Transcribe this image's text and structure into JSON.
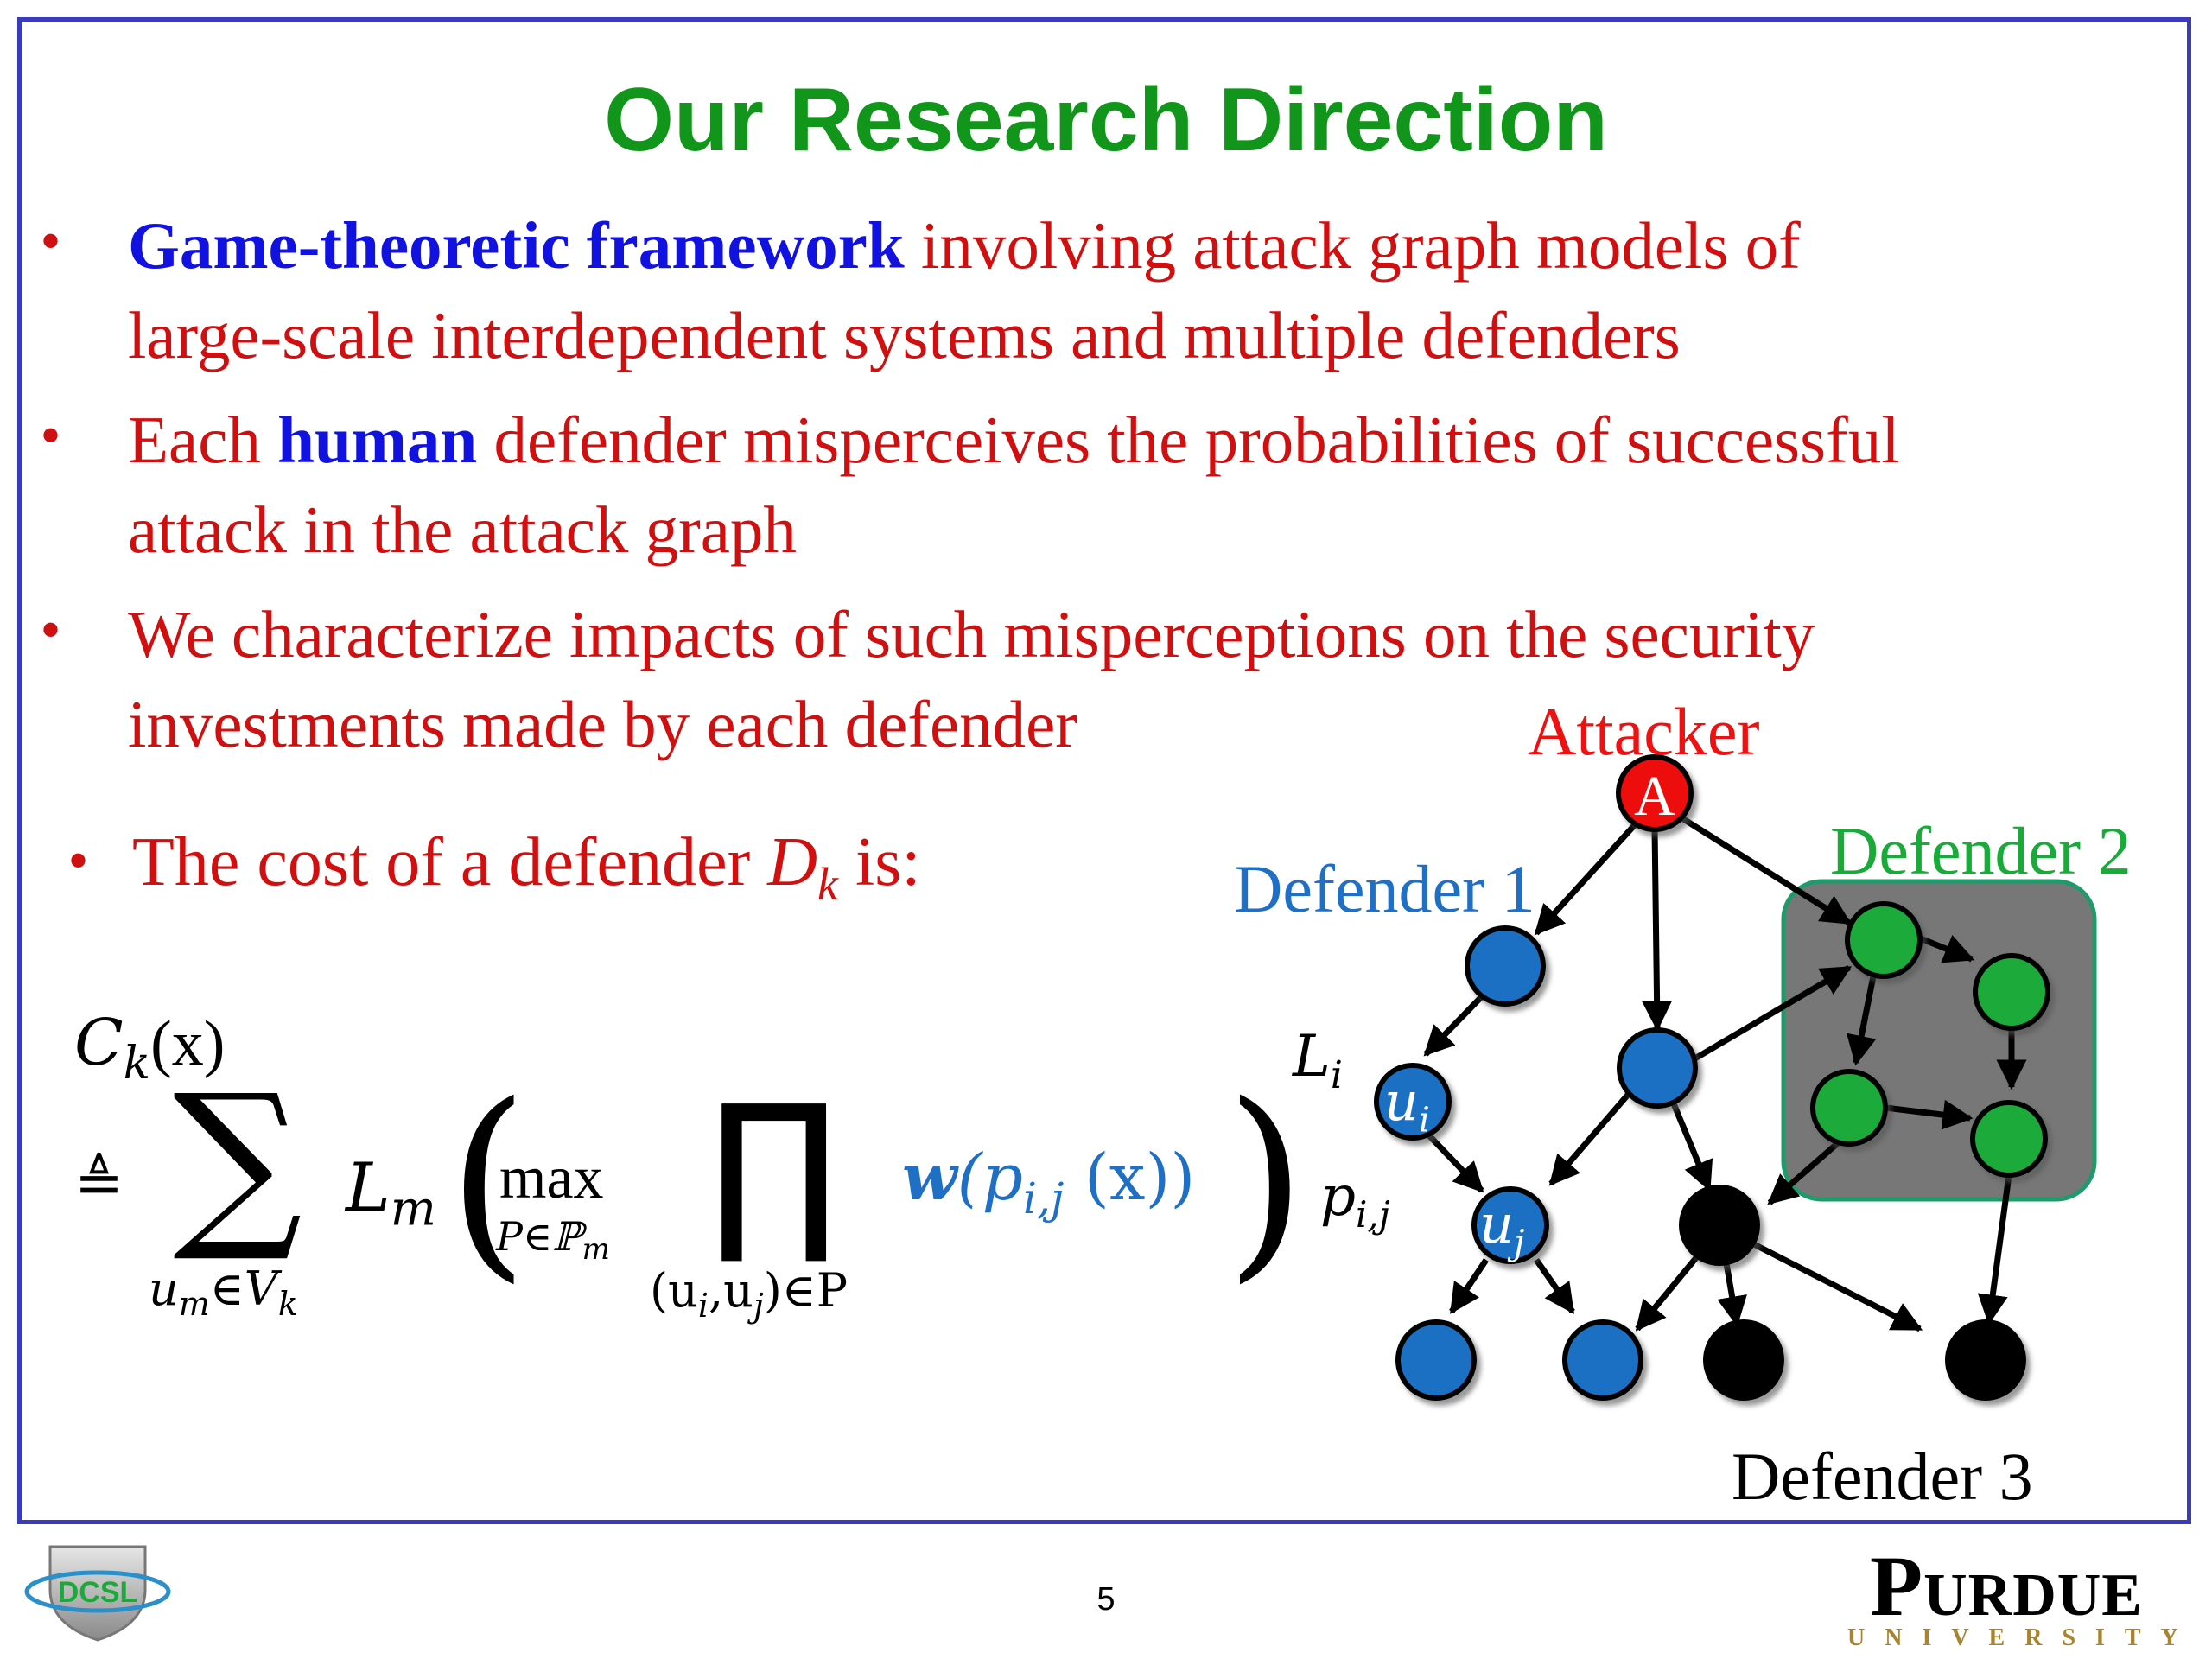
{
  "slide": {
    "title": "Our Research Direction",
    "bullets": [
      {
        "line1": {
          "highlight": "Game-theoretic framework",
          "rest": " involving attack graph models of"
        },
        "line2": "large-scale interdependent systems and multiple defenders"
      },
      {
        "line1": {
          "pre": "Each ",
          "highlight": "human",
          "rest": " defender misperceives the probabilities of successful"
        },
        "line2": "attack in the attack graph"
      },
      {
        "line1": "We characterize impacts of such misperceptions on the security",
        "line2": "investments made by each defender"
      }
    ],
    "cost_line": {
      "prefix": "The cost of a defender ",
      "var": "D",
      "sub": "k",
      "suffix": " is:"
    },
    "page_number": "5"
  },
  "formula": {
    "lhs_var": "C",
    "lhs_sub": "k",
    "lhs_arg": "(x)",
    "def_symbol": "≜",
    "sum_symbol": "∑",
    "sum_index": "u",
    "sum_index_sub": "m",
    "sum_index_rest": "∈V",
    "sum_index_rest_sub": "k",
    "loss_var": "L",
    "loss_sub": "m",
    "max_word": "max",
    "max_index": "P∈ℙ",
    "max_index_sub": "m",
    "prod_symbol": "∏",
    "prod_index": "(u",
    "prod_index_i": "i",
    "prod_index_mid": ",u",
    "prod_index_j": "j",
    "prod_index_end": ")∈P",
    "weight_fn": "w",
    "weight_open": "(p",
    "weight_sub": "i,j",
    "weight_close": " (x))",
    "open_paren": "(",
    "close_paren": ")"
  },
  "graph": {
    "attacker_label": "Attacker",
    "attacker_node": "A",
    "defender1_label": "Defender 1",
    "defender2_label": "Defender 2",
    "defender3_label": "Defender 3",
    "loss_label_var": "L",
    "loss_label_sub": "i",
    "edge_label_var": "p",
    "edge_label_sub": "i,j",
    "node_ui": "u",
    "node_ui_sub": "i",
    "node_uj": "u",
    "node_uj_sub": "j",
    "colors": {
      "attacker": "#ee1111",
      "defender1": "#1f6fc4",
      "defender2": "#1aaa3a",
      "defender3": "#000000",
      "defender2_box": "#777777",
      "defender2_box_border": "#1f9a6a"
    }
  },
  "logos": {
    "left_logo_text": "DCSL",
    "right_logo_word": "Purdue",
    "right_logo_sub": "UNIVERSITY"
  }
}
